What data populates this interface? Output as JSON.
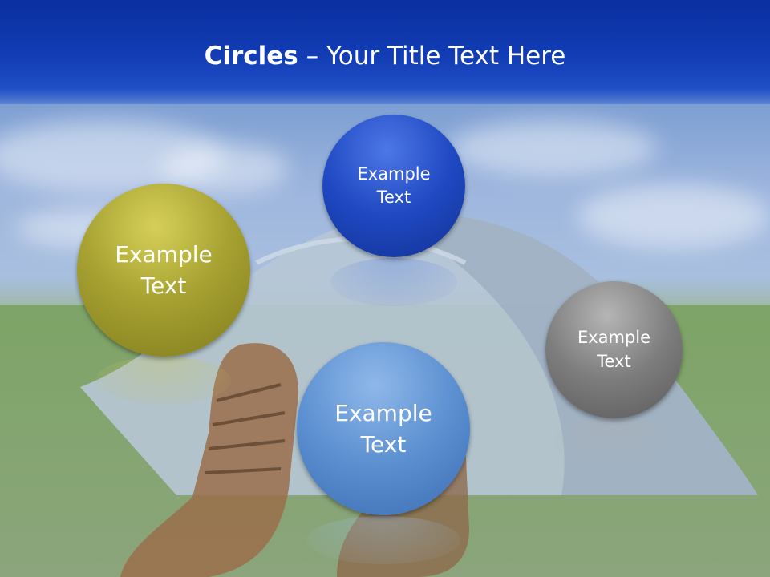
{
  "slide": {
    "title_bold": "Circles",
    "title_rest": " – Your Title Text Here"
  },
  "circles": [
    {
      "label": "Example\nText",
      "color": "#8c8a25"
    },
    {
      "label": "Example\nText",
      "color": "#1a3fb0"
    },
    {
      "label": "Example\nText",
      "color": "#6c6c6c"
    },
    {
      "label": "Example\nText",
      "color": "#4f86c6"
    }
  ]
}
